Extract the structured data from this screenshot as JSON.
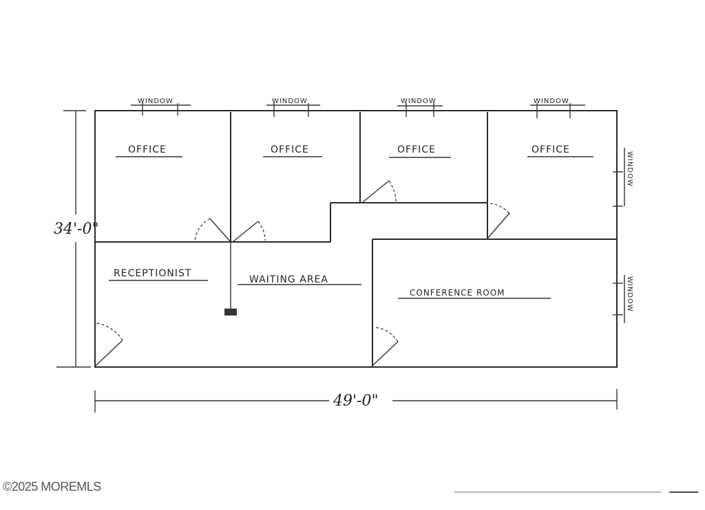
{
  "plan": {
    "rooms": {
      "office_1": "OFFICE",
      "office_2": "OFFICE",
      "office_3": "OFFICE",
      "office_4": "OFFICE",
      "receptionist": "RECEPTIONIST",
      "waiting_area": "WAITING AREA",
      "conference_room": "CONFERENCE ROOM"
    },
    "window_label": "WINDOW",
    "dimensions": {
      "height": "34'-0\"",
      "width": "49'-0\""
    }
  },
  "watermark": "©2025 MOREMLS"
}
